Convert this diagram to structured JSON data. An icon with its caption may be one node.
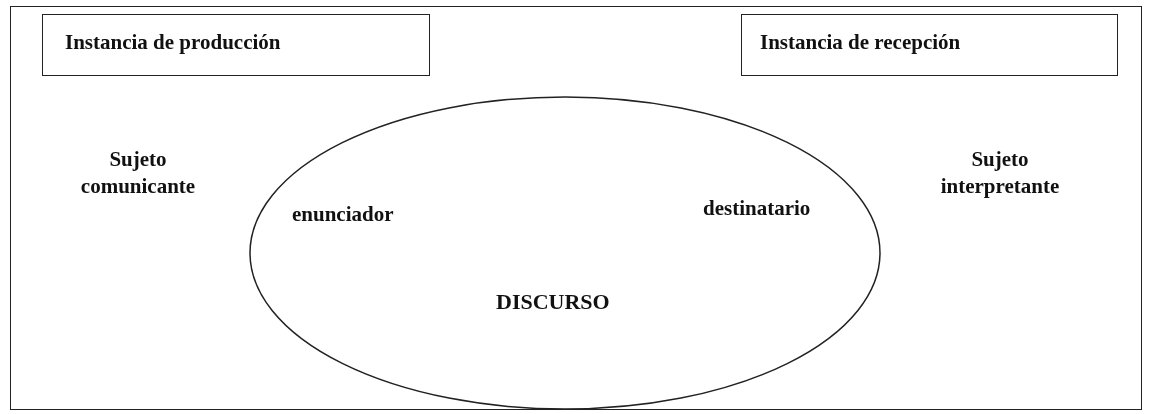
{
  "diagram": {
    "nodes": [
      {
        "text": [
          "Instancia de producción"
        ]
      },
      {
        "text": [
          "Instancia de recepción"
        ]
      },
      {
        "text": [
          "enunciador",
          "destinatario",
          "DISCURSO"
        ]
      }
    ],
    "edges": [],
    "labels": [
      "Sujeto comunicante",
      "Sujeto interpretante"
    ]
  }
}
